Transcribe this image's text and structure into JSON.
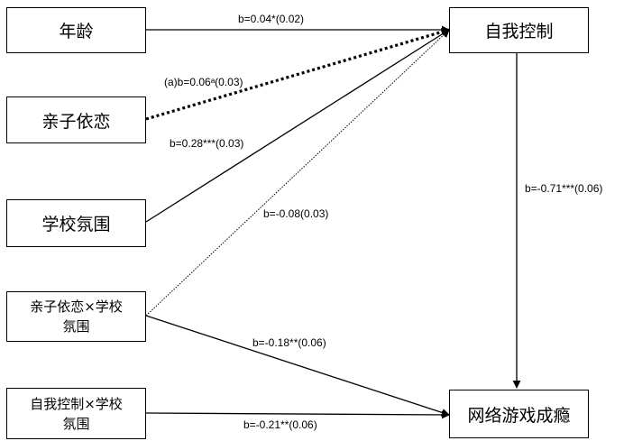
{
  "nodes": {
    "age": "年龄",
    "attachment": "亲子依恋",
    "climate": "学校氛围",
    "attach_x_climate_line1": "亲子依恋×学校",
    "attach_x_climate_line2": "氛围",
    "selfctrl_x_climate_line1": "自我控制×学校",
    "selfctrl_x_climate_line2": "氛围",
    "self_control": "自我控制",
    "gaming_addiction": "网络游戏成瘾"
  },
  "paths": {
    "age_to_selfctrl": "b=0.04*(0.02)",
    "attachment_to_selfctrl": "(a)b=0.06ᵃ(0.03)",
    "climate_to_selfctrl": "b=0.28***(0.03)",
    "interaction_to_selfctrl": "b=-0.08(0.03)",
    "selfctrl_to_addiction": "b=-0.71***(0.06)",
    "interaction_to_addiction": "b=-0.18**(0.06)",
    "selfctrl_x_climate_to_addiction": "b=-0.21**(0.06)"
  }
}
